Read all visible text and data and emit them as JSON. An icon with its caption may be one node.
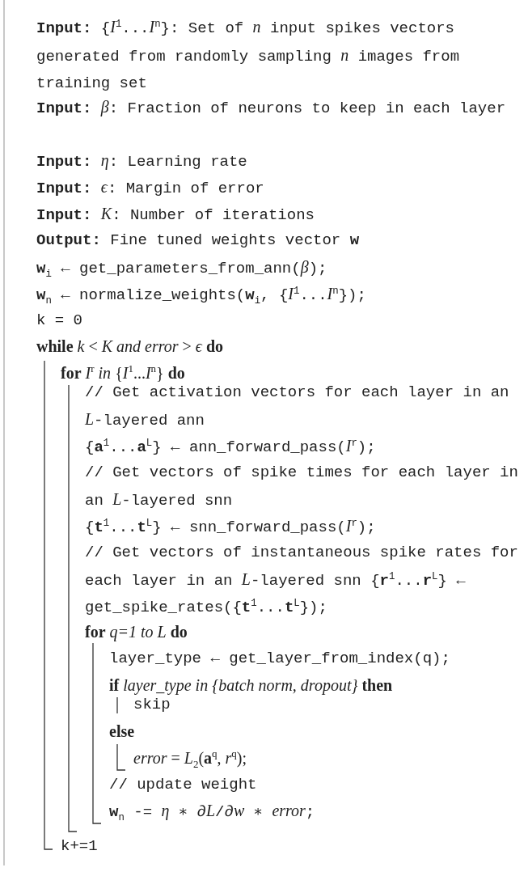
{
  "diagram": {
    "labels": [
      "**Input:** {*I*$^{1}$...*I*$^{n}$}: Set of *n* input spikes vectors generated from randomly sampling *n* images from training set",
      "**Input:** *β*: Fraction of neurons to keep in each layer",
      "**Input:** *η*: Learning rate",
      "**Input:** *ϵ*: Margin of error",
      "**Input:** *K*: Number of iterations",
      "**Output:** Fine tuned weights vector **w**",
      "**w**$_{i}$ ← get_parameters_from_ann(*β*);",
      "**w**$_{n}$ ← normalize_weights(**w**$_{i}$, {*I*$^{1}$...*I*$^{n}$});",
      "k = 0",
      "**while** *k* < *K and error* > *ϵ* **do**",
      "**for** *I*$^{r}$ *in* {*I*$^{1}$...*I*$^{n}$} **do**",
      "// Get activation vectors for each layer in an *L*-layered ann",
      "{**a**$^{1}$...**a**$^{L}$} ← ann_forward_pass(*I*$^{r}$);",
      "// Get vectors of spike times for each layer in an *L*-layered snn",
      "{**t**$^{1}$...**t**$^{L}$} ← snn_forward_pass(*I*$^{r}$);",
      "// Get vectors of instantaneous spike rates for each layer in an *L*-layered snn {**r**$^{1}$...**r**$^{L}$} ← get_spike_rates({**t**$^{1}$...**t**$^{L}$});",
      "**for** *q=1 to L* **do**",
      "layer_type ← get_layer_from_index(q);",
      "**if** *layer_type in {batch norm, dropout}* **then**",
      "skip",
      "**else**",
      "*error* = *L*$_{2}$(**a**$^{q}$, *r*$^{q}$);",
      "// update weight",
      "**w**$_{n}$ -= *η* ∗ ∂*L*/∂*w* ∗ *error*;",
      "k+=1"
    ]
  }
}
